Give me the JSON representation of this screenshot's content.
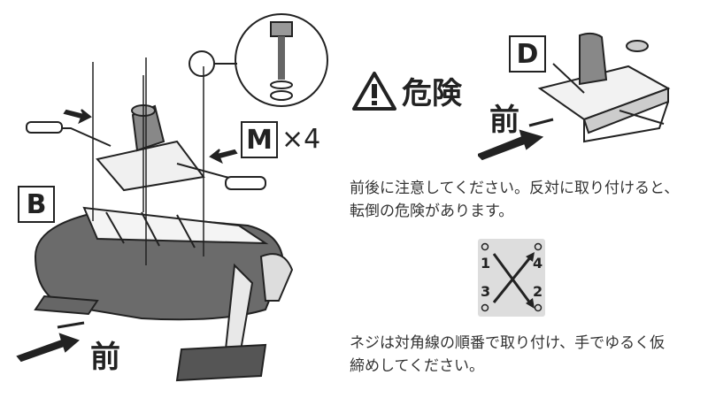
{
  "labels": {
    "b": "B",
    "m": "M",
    "d": "D",
    "quantity": "×4"
  },
  "warning": {
    "icon": "warning-triangle-icon",
    "title": "危険"
  },
  "front_labels": {
    "left": "前",
    "right": "前"
  },
  "notes": {
    "caution_line1": "前後に注意してください。反対に取り付けると、",
    "caution_line2": "転倒の危険があります。",
    "screw_line1": "ネジは対角線の順番で取り付け、手でゆるく仮",
    "screw_line2": "締めしてください。"
  },
  "screw_order": {
    "n1": "1",
    "n2": "2",
    "n3": "3",
    "n4": "4"
  }
}
